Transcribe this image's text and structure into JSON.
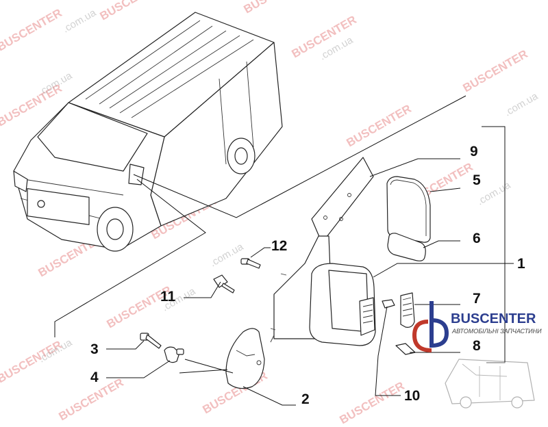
{
  "callouts": [
    {
      "id": "9",
      "text": "9"
    },
    {
      "id": "5",
      "text": "5"
    },
    {
      "id": "6",
      "text": "6"
    },
    {
      "id": "1",
      "text": "1"
    },
    {
      "id": "12",
      "text": "12"
    },
    {
      "id": "11",
      "text": "11"
    },
    {
      "id": "7",
      "text": "7"
    },
    {
      "id": "8",
      "text": "8"
    },
    {
      "id": "3",
      "text": "3"
    },
    {
      "id": "4",
      "text": "4"
    },
    {
      "id": "10",
      "text": "10"
    },
    {
      "id": "2",
      "text": "2"
    }
  ],
  "watermark": {
    "brand": "BUSCENTER",
    "domain": ".com.ua"
  },
  "logo": {
    "name": "BUSCENTER",
    "tagline": "АВТОМОБІЛЬНІ ЗАПЧАСТИНИ",
    "colors": {
      "red": "#c0392b",
      "blue": "#2c3e8f"
    }
  }
}
